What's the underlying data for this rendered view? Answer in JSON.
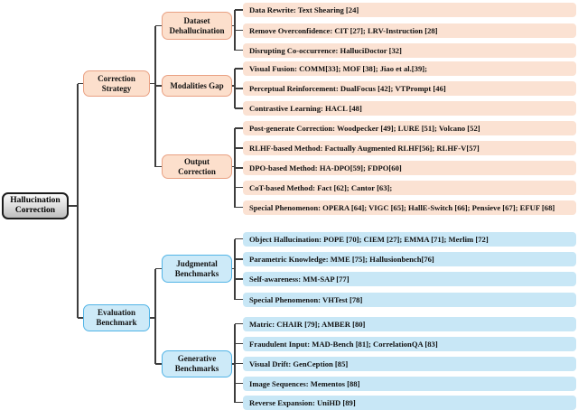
{
  "diagram": {
    "root": {
      "label": "Hallucination Correction"
    },
    "branches": [
      {
        "label": "Correction Strategy",
        "theme": "peach",
        "children": [
          {
            "label": "Dataset Dehallucination",
            "leaves": [
              "Data Rewrite: Text Shearing [24]",
              "Remove Overconfidence: CIT [27]; LRV-Instruction [28]",
              "Disrupting Co-occurrence: HalluciDoctor [32]"
            ]
          },
          {
            "label": "Modalities Gap",
            "leaves": [
              "Visual Fusion: COMM[33]; MOF [38]; Jiao et al.[39];",
              "Perceptual Reinforcement: DualFocus [42]; VTPrompt [46]",
              "Contrastive Learning: HACL [48]"
            ]
          },
          {
            "label": "Output Correction",
            "leaves": [
              "Post-generate Correction: Woodpecker [49]; LURE [51]; Volcano [52]",
              "RLHF-based Method: Factually Augmented RLHF[56]; RLHF-V[57]",
              "DPO-based Method: HA-DPO[59]; FDPO[60]",
              "CoT-based Method: Fact [62]; Cantor [63];",
              "Special Phenomenon: OPERA [64]; VIGC [65]; HallE-Switch [66]; Pensieve [67]; EFUF [68]"
            ]
          }
        ]
      },
      {
        "label": "Evaluation Benchmark",
        "theme": "blue",
        "children": [
          {
            "label": "Judgmental Benchmarks",
            "leaves": [
              "Object Hallucination: POPE [70]; CIEM [27]; EMMA [71]; Merlim [72]",
              "Parametric Knowledge: MME [75]; Hallusionbench[76]",
              "Self-awareness: MM-SAP [77]",
              "Special Phenomenon: VHTest [78]"
            ]
          },
          {
            "label": "Generative Benchmarks",
            "leaves": [
              "Matric: CHAIR [79]; AMBER [80]",
              "Fraudulent Input: MAD-Bench [81]; CorrelationQA [83]",
              "Visual Drift: GenCeption [85]",
              "Image Sequences: Mementos [88]",
              "Reverse Expansion: UniHD [89]"
            ]
          }
        ]
      }
    ],
    "colors": {
      "peach_leaf_fill": "#fbe2d3",
      "peach_node_fill": "#fcdfcc",
      "peach_border": "#e9a183",
      "blue_leaf_fill": "#c8e7f6",
      "blue_node_fill": "#cdeaf8",
      "blue_border": "#52b4e6",
      "line": "#3d3d3d"
    }
  }
}
